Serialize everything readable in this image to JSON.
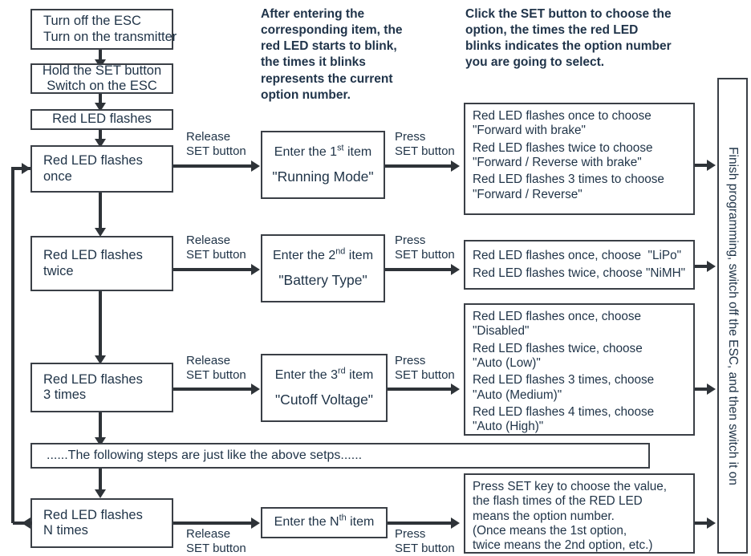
{
  "diagram": {
    "title": "ESC Programming Flowchart",
    "ink_color": "#2e3338",
    "text_color": "#1f3347"
  },
  "notes": {
    "blink_note": "After entering the\ncorresponding item, the\nred LED starts to blink,\nthe times it blinks\nrepresents the current\noption number.",
    "select_note": "Click the SET button to choose the\noption, the times the red LED\nblinks indicates the option number\nyou are going to select."
  },
  "steps": {
    "power": {
      "line1": "Turn off the ESC",
      "line2": "Turn on the transmitter"
    },
    "hold_set": {
      "line1": "Hold the SET button",
      "line2": "Switch on the ESC"
    },
    "led_flashes": {
      "line1": "Red LED flashes"
    },
    "flash_once": {
      "line1": "Red LED flashes",
      "line2": "once"
    },
    "flash_twice": {
      "line1": "Red LED flashes",
      "line2": "twice"
    },
    "flash_3": {
      "line1": "Red LED flashes",
      "line2": "3 times"
    },
    "flash_n": {
      "line1": "Red LED flashes",
      "line2": "N times"
    },
    "ellipsis": "......The following steps are just like the above setps......"
  },
  "items": {
    "item1": {
      "prefix": "Enter the 1",
      "ordinal": "st",
      "suffix": " item",
      "name": "\"Running Mode\""
    },
    "item2": {
      "prefix": "Enter the 2",
      "ordinal": "nd",
      "suffix": " item",
      "name": "\"Battery Type\""
    },
    "item3": {
      "prefix": "Enter the 3",
      "ordinal": "rd",
      "suffix": " item",
      "name": "\"Cutoff Voltage\""
    },
    "itemN": {
      "prefix": "Enter the N",
      "ordinal": "th",
      "suffix": " item",
      "name": ""
    }
  },
  "arrow_labels": {
    "release1": "Release\nSET button",
    "press1": "Press\nSET button",
    "release2": "Release\nSET button",
    "press2": "Press\nSET button",
    "release3": "Release\nSET button",
    "press3": "Press\nSET button",
    "releaseN": "Release\nSET button",
    "pressN": "Press\nSET button"
  },
  "options": {
    "running_mode": [
      "Red LED flashes once to choose\n\"Forward with brake\"",
      "Red LED flashes twice to choose\n\"Forward / Reverse with brake\"",
      "Red LED flashes 3 times to choose\n\"Forward / Reverse\""
    ],
    "battery_type": [
      "Red LED flashes once, choose  \"LiPo\"",
      "Red LED flashes twice, choose \"NiMH\""
    ],
    "cutoff_voltage": [
      "Red LED flashes once, choose\n\"Disabled\"",
      "Red LED flashes twice, choose\n\"Auto (Low)\"",
      "Red LED flashes 3 times, choose\n\"Auto (Medium)\"",
      "Red LED flashes 4 times, choose\n\"Auto (High)\""
    ],
    "nth_item": "Press SET key to choose the value,\nthe flash times of the RED LED\nmeans the option number.\n(Once means the 1st option,\ntwice means the 2nd option, etc.)"
  },
  "finish": {
    "text": "Finish programming, switch off the ESC, and then switch it on"
  }
}
